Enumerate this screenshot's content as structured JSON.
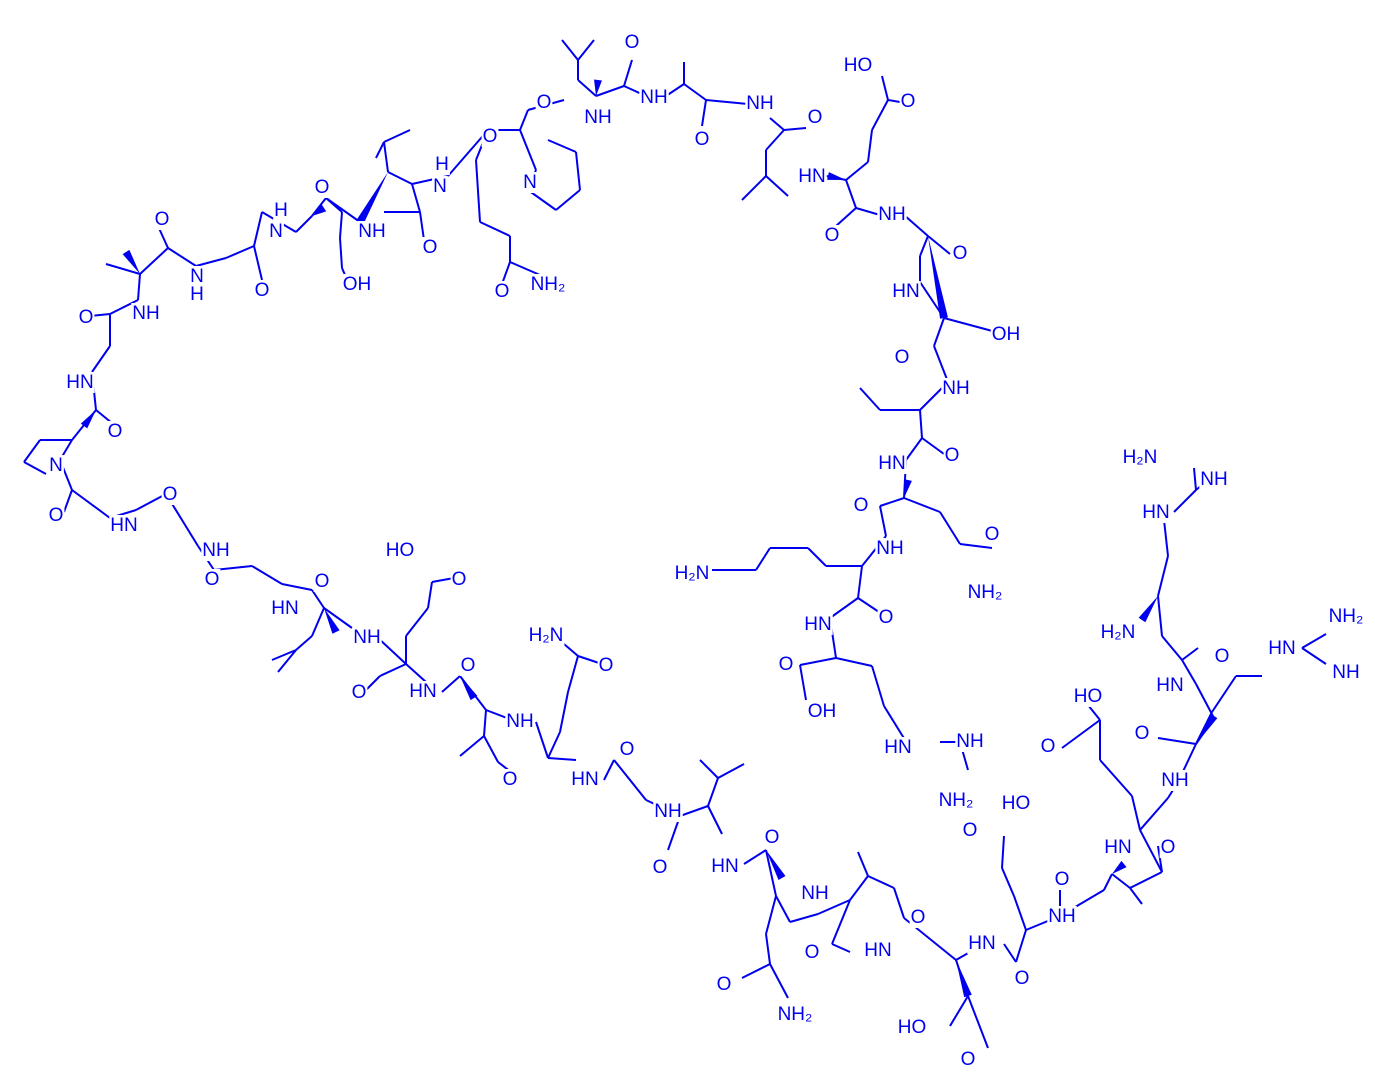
{
  "figure": {
    "kind": "peptide skeletal structure",
    "color": "#0000ee",
    "background": "#ffffff"
  },
  "labels": [
    {
      "id": "NH",
      "text": "NH"
    },
    {
      "id": "HN",
      "text": "HN"
    },
    {
      "id": "O",
      "text": "O"
    },
    {
      "id": "OH",
      "text": "OH"
    },
    {
      "id": "HO",
      "text": "HO"
    },
    {
      "id": "N",
      "text": "N"
    },
    {
      "id": "H",
      "text": "H"
    },
    {
      "id": "NH2",
      "text": "NH₂"
    },
    {
      "id": "H2N",
      "text": "H₂N"
    }
  ]
}
